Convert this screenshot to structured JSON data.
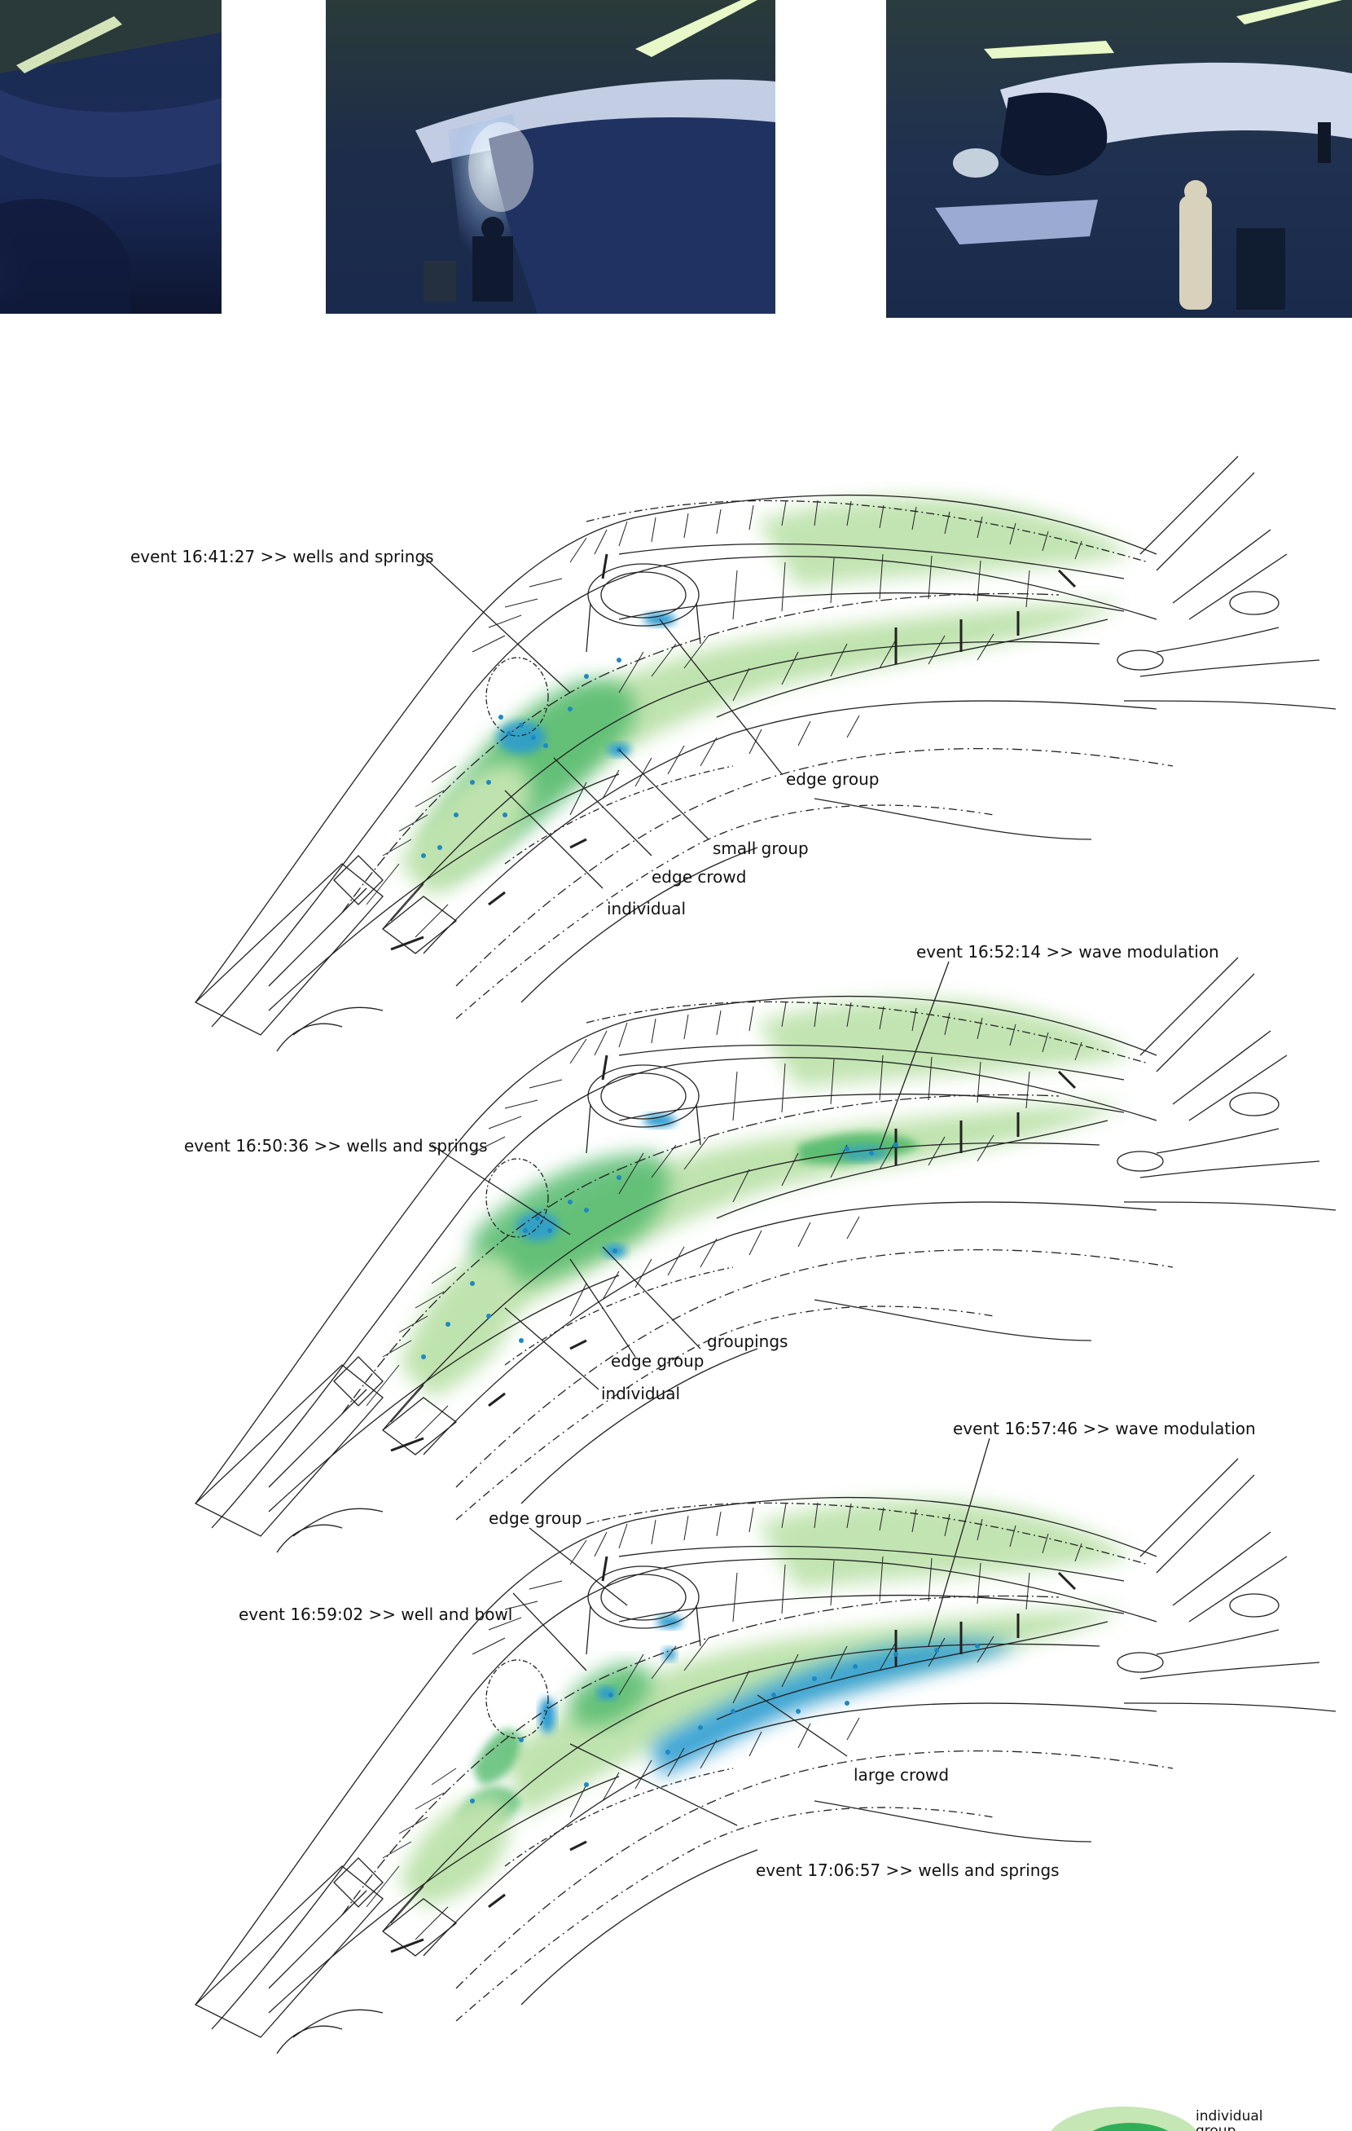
{
  "photos": [
    {
      "name": "photo-frame-1",
      "description": "tunnel interior left"
    },
    {
      "name": "photo-frame-2",
      "description": "tunnel interior with figure"
    },
    {
      "name": "photo-frame-3",
      "description": "tunnel interior with figures"
    }
  ],
  "diagrams": [
    {
      "labels": {
        "event_a": "event 16:41:27 >> wells and springs",
        "edge_group": "edge group",
        "small_group": "small group",
        "edge_crowd": "edge crowd",
        "individual": "individual"
      }
    },
    {
      "labels": {
        "event_b": "event 16:52:14 >> wave modulation",
        "event_a": "event 16:50:36 >> wells and springs",
        "groupings": "groupings",
        "edge_group": "edge group",
        "individual": "individual"
      }
    },
    {
      "labels": {
        "event_b": "event 16:57:46 >> wave modulation",
        "edge_group": "edge group",
        "event_a": "event 16:59:02 >> well and bowl",
        "large_crowd": "large crowd",
        "event_c": "event 17:06:57 >> wells and springs"
      }
    }
  ],
  "legend": {
    "individual": "individual",
    "group_partial": "group",
    "colors": {
      "light": "#c5e6b5",
      "mid": "#2fae57",
      "dot": "#1f94cf"
    }
  },
  "colors": {
    "light_green": "#bfe3ae",
    "mid_green": "#52ba6d",
    "blue": "#2a9bd1",
    "dot": "#1e88c4",
    "line": "#222222"
  }
}
